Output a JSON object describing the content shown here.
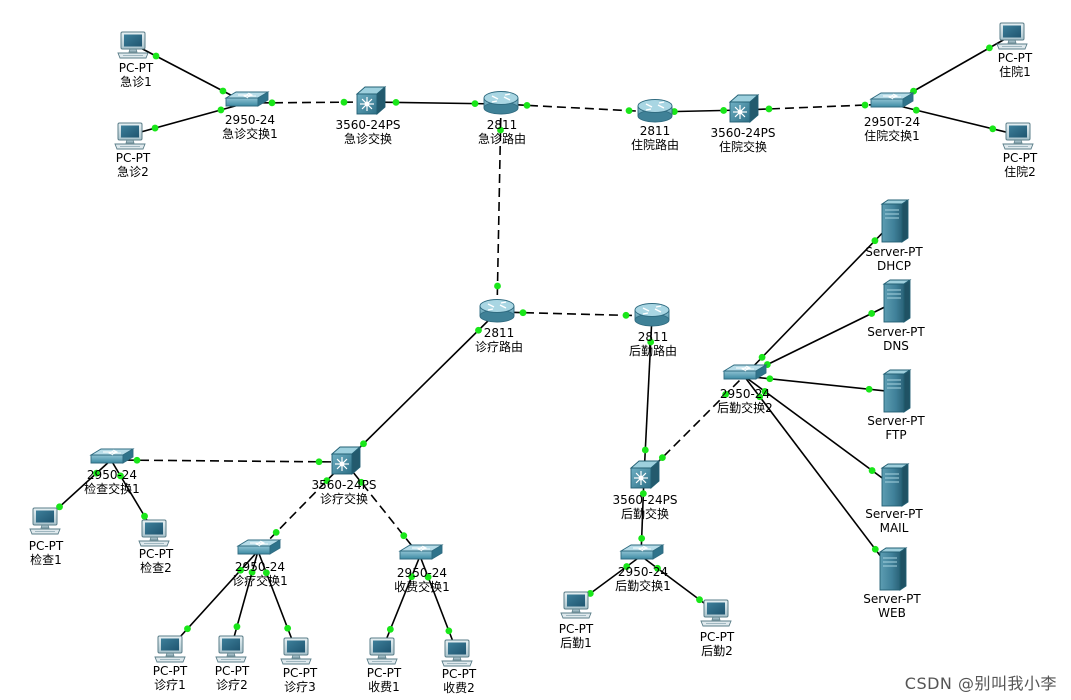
{
  "watermark": "CSDN @别叫我小李",
  "colors": {
    "port": "#19e619",
    "link": "#000000"
  },
  "nodes": [
    {
      "id": "pc_jz1",
      "type": "pc",
      "model": "PC-PT",
      "name": "急诊1"
    },
    {
      "id": "pc_jz2",
      "type": "pc",
      "model": "PC-PT",
      "name": "急诊2"
    },
    {
      "id": "sw_jz1",
      "type": "switch",
      "model": "2950-24",
      "name": "急诊交换1"
    },
    {
      "id": "ms_jz",
      "type": "mswitch",
      "model": "3560-24PS",
      "name": "急诊交换"
    },
    {
      "id": "r_jz",
      "type": "router",
      "model": "2811",
      "name": "急诊路由"
    },
    {
      "id": "r_zy",
      "type": "router",
      "model": "2811",
      "name": "住院路由"
    },
    {
      "id": "ms_zy",
      "type": "mswitch",
      "model": "3560-24PS",
      "name": "住院交换"
    },
    {
      "id": "sw_zy1",
      "type": "switch",
      "model": "2950T-24",
      "name": "住院交换1"
    },
    {
      "id": "pc_zy1",
      "type": "pc",
      "model": "PC-PT",
      "name": "住院1"
    },
    {
      "id": "pc_zy2",
      "type": "pc",
      "model": "PC-PT",
      "name": "住院2"
    },
    {
      "id": "r_zl",
      "type": "router",
      "model": "2811",
      "name": "诊疗路由"
    },
    {
      "id": "r_hq",
      "type": "router",
      "model": "2811",
      "name": "后勤路由"
    },
    {
      "id": "sv_dhcp",
      "type": "server",
      "model": "Server-PT",
      "name": "DHCP"
    },
    {
      "id": "sv_dns",
      "type": "server",
      "model": "Server-PT",
      "name": "DNS"
    },
    {
      "id": "sv_ftp",
      "type": "server",
      "model": "Server-PT",
      "name": "FTP"
    },
    {
      "id": "sv_mail",
      "type": "server",
      "model": "Server-PT",
      "name": "MAIL"
    },
    {
      "id": "sv_web",
      "type": "server",
      "model": "Server-PT",
      "name": "WEB"
    },
    {
      "id": "sw_hq2",
      "type": "switch",
      "model": "2950-24",
      "name": "后勤交换2"
    },
    {
      "id": "ms_zl",
      "type": "mswitch",
      "model": "3560-24PS",
      "name": "诊疗交换"
    },
    {
      "id": "sw_jc1",
      "type": "switch",
      "model": "2950-24",
      "name": "检查交换1"
    },
    {
      "id": "pc_jc1",
      "type": "pc",
      "model": "PC-PT",
      "name": "检查1"
    },
    {
      "id": "pc_jc2",
      "type": "pc",
      "model": "PC-PT",
      "name": "检查2"
    },
    {
      "id": "sw_zl1",
      "type": "switch",
      "model": "2950-24",
      "name": "诊疗交换1"
    },
    {
      "id": "sw_sf1",
      "type": "switch",
      "model": "2950-24",
      "name": "收费交换1"
    },
    {
      "id": "pc_zl1",
      "type": "pc",
      "model": "PC-PT",
      "name": "诊疗1"
    },
    {
      "id": "pc_zl2",
      "type": "pc",
      "model": "PC-PT",
      "name": "诊疗2"
    },
    {
      "id": "pc_zl3",
      "type": "pc",
      "model": "PC-PT",
      "name": "诊疗3"
    },
    {
      "id": "pc_sf1",
      "type": "pc",
      "model": "PC-PT",
      "name": "收费1"
    },
    {
      "id": "pc_sf2",
      "type": "pc",
      "model": "PC-PT",
      "name": "收费2"
    },
    {
      "id": "ms_hq",
      "type": "mswitch",
      "model": "3560-24PS",
      "name": "后勤交换"
    },
    {
      "id": "sw_hq1",
      "type": "switch",
      "model": "2950-24",
      "name": "后勤交换1"
    },
    {
      "id": "pc_hq1",
      "type": "pc",
      "model": "PC-PT",
      "name": "后勤1"
    },
    {
      "id": "pc_hq2",
      "type": "pc",
      "model": "PC-PT",
      "name": "后勤2"
    }
  ],
  "links": [
    {
      "a": "pc_jz1",
      "b": "sw_jz1",
      "style": "solid"
    },
    {
      "a": "pc_jz2",
      "b": "sw_jz1",
      "style": "solid"
    },
    {
      "a": "sw_jz1",
      "b": "ms_jz",
      "style": "dashed"
    },
    {
      "a": "ms_jz",
      "b": "r_jz",
      "style": "solid"
    },
    {
      "a": "r_jz",
      "b": "r_zy",
      "style": "dashed"
    },
    {
      "a": "r_zy",
      "b": "ms_zy",
      "style": "solid"
    },
    {
      "a": "ms_zy",
      "b": "sw_zy1",
      "style": "dashed"
    },
    {
      "a": "sw_zy1",
      "b": "pc_zy1",
      "style": "solid"
    },
    {
      "a": "sw_zy1",
      "b": "pc_zy2",
      "style": "solid"
    },
    {
      "a": "r_jz",
      "b": "r_zl",
      "style": "dashed"
    },
    {
      "a": "r_zl",
      "b": "r_hq",
      "style": "dashed"
    },
    {
      "a": "r_zl",
      "b": "ms_zl",
      "style": "solid"
    },
    {
      "a": "r_hq",
      "b": "ms_hq",
      "style": "solid"
    },
    {
      "a": "ms_zl",
      "b": "sw_jc1",
      "style": "dashed"
    },
    {
      "a": "sw_jc1",
      "b": "pc_jc1",
      "style": "solid"
    },
    {
      "a": "sw_jc1",
      "b": "pc_jc2",
      "style": "solid"
    },
    {
      "a": "ms_zl",
      "b": "sw_zl1",
      "style": "dashed"
    },
    {
      "a": "ms_zl",
      "b": "sw_sf1",
      "style": "dashed"
    },
    {
      "a": "sw_zl1",
      "b": "pc_zl1",
      "style": "solid"
    },
    {
      "a": "sw_zl1",
      "b": "pc_zl2",
      "style": "solid"
    },
    {
      "a": "sw_zl1",
      "b": "pc_zl3",
      "style": "solid"
    },
    {
      "a": "sw_sf1",
      "b": "pc_sf1",
      "style": "solid"
    },
    {
      "a": "sw_sf1",
      "b": "pc_sf2",
      "style": "solid"
    },
    {
      "a": "ms_hq",
      "b": "sw_hq2",
      "style": "dashed"
    },
    {
      "a": "ms_hq",
      "b": "sw_hq1",
      "style": "solid"
    },
    {
      "a": "sw_hq1",
      "b": "pc_hq1",
      "style": "solid"
    },
    {
      "a": "sw_hq1",
      "b": "pc_hq2",
      "style": "solid"
    },
    {
      "a": "sw_hq2",
      "b": "sv_dhcp",
      "style": "solid"
    },
    {
      "a": "sw_hq2",
      "b": "sv_dns",
      "style": "solid"
    },
    {
      "a": "sw_hq2",
      "b": "sv_ftp",
      "style": "solid"
    },
    {
      "a": "sw_hq2",
      "b": "sv_mail",
      "style": "solid"
    },
    {
      "a": "sw_hq2",
      "b": "sv_web",
      "style": "solid"
    }
  ]
}
